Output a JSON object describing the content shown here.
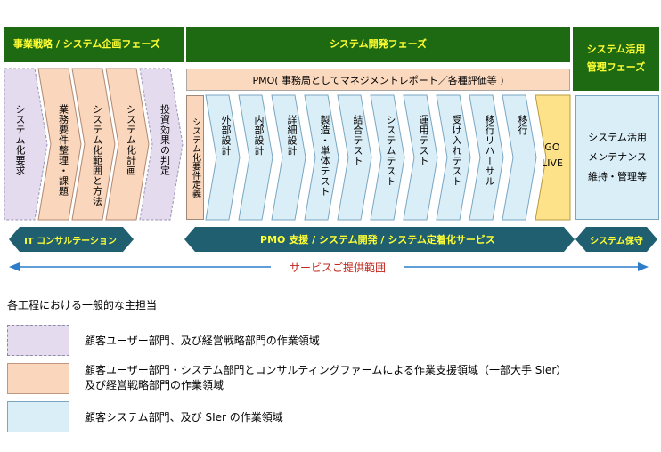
{
  "phases": {
    "business": "事業戦略 / システム企画フェーズ",
    "development": "システム開発フェーズ",
    "maintenance_line1": "システム活用",
    "maintenance_line2": "管理フェーズ"
  },
  "pmo_bar": "PMO( 事務局としてマネジメントレポート／各種評価等 )",
  "left_steps": [
    "システム化要求",
    "業務要件整理・課題",
    "システム化範囲と方法",
    "システム化計画",
    "投資効果の判定"
  ],
  "requirements_step": "システム化要件定義",
  "dev_steps": [
    "外部設計",
    "内部設計",
    "詳細設計",
    "製造・単体テスト",
    "結合テスト",
    "システムテスト",
    "運用テスト",
    "受け入れテスト",
    "移行リハーサル",
    "移行"
  ],
  "go_live": {
    "line1": "GO",
    "line2": "LIVE"
  },
  "maintenance_box": [
    "システム活用",
    "メンテナンス",
    "維持・管理等"
  ],
  "banners": {
    "it_consulting": "IT コンサルテーション",
    "pmo_support": "PMO 支援 / システム開発 / システム定着化サービス",
    "maintenance": "システム保守"
  },
  "service_range": "サービスご提供範囲",
  "legend": {
    "title": "各工程における一般的な主担当",
    "items": [
      {
        "text_line1": "顧客ユーザー部門、及び経営戦略部門の作業領域",
        "text_line2": ""
      },
      {
        "text_line1": "顧客ユーザー部門・システム部門とコンサルティングファームによる作業支援領域（一部大手 SIer）",
        "text_line2": "及び経営戦略部門の作業領域"
      },
      {
        "text_line1": "顧客システム部門、及び SIer の作業領域",
        "text_line2": ""
      }
    ]
  },
  "colors": {
    "phase_bg": "#1e6a12",
    "phase_text": "#ffff33",
    "lavender": "#e4dcee",
    "peach": "#f9d6bc",
    "light_blue": "#daeef8",
    "go_live": "#fde28a",
    "banner": "#1f5f70",
    "service_arrow": "#2d7dc8",
    "service_text": "#c0281e"
  }
}
